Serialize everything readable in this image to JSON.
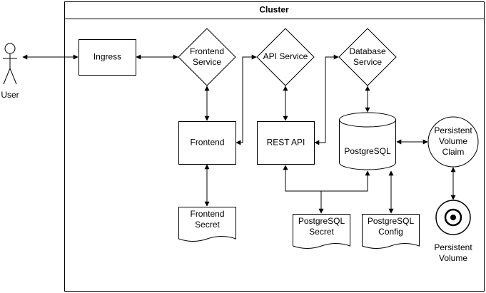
{
  "diagram": {
    "cluster_title": "Cluster",
    "actor": {
      "label": "User"
    },
    "nodes": {
      "ingress": "Ingress",
      "frontend_service": [
        "Frontend",
        "Service"
      ],
      "api_service": "API Service",
      "database_service": [
        "Database",
        "Service"
      ],
      "frontend": "Frontend",
      "rest_api": "REST API",
      "postgresql": "PostgreSQL",
      "pvc": [
        "Persistent",
        "Volume",
        "Claim"
      ],
      "frontend_secret": [
        "Frontend",
        "Secret"
      ],
      "postgresql_secret": [
        "PostgreSQL",
        "Secret"
      ],
      "postgresql_config": [
        "PostgreSQL",
        "Config"
      ],
      "persistent_volume": [
        "Persistent",
        "Volume"
      ]
    }
  }
}
